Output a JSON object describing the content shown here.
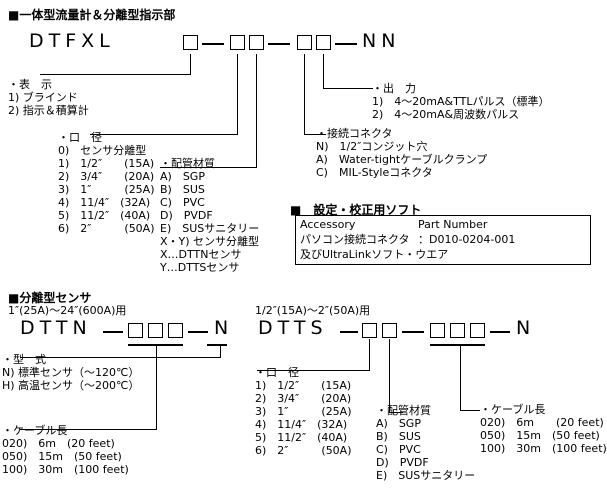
{
  "section1": {
    "heading": "■一体型流量計＆分離型指示部",
    "code_prefix": "DTFXL",
    "code_suffix": "NN",
    "display": {
      "title": "・表　示",
      "items": [
        "1) ブラインド",
        "2) 指示＆積算計"
      ]
    },
    "bore": {
      "title": "・口　径",
      "items": [
        "0)　センサ分離型",
        "1)　1/2″　　(15A)",
        "2)　3/4″　　(20A)",
        "3)　1″　　　(25A)",
        "4)　11/4″　(32A)",
        "5)　11/2″　(40A)",
        "6)　2″　　　(50A)"
      ]
    },
    "pipe_material": {
      "title": "・配管材質",
      "items": [
        "A)　SGP",
        "B)　SUS",
        "C)　PVC",
        "D)　PVDF",
        "E)　SUSサニタリー",
        "X・Y)  センサ分離型",
        "X…DTTNセンサ",
        "Y…DTTSセンサ"
      ]
    },
    "output": {
      "title": "・出　力",
      "items": [
        "1)　4～20mA&TTLパルス（標準）",
        "2)　4～20mA&周波数パルス"
      ]
    },
    "connector": {
      "title": "・接続コネクタ",
      "items": [
        "N)　1/2″コンジット穴",
        "A)　Water-tightケーブルクランプ",
        "C)　MIL-Styleコネクタ"
      ]
    }
  },
  "settings": {
    "heading": "■　設定・校正用ソフト",
    "col1_header": "Accessory",
    "col2_header": "Part Number",
    "row1_name": "パソコン接続コネクタ",
    "row1_part": "：D010-0204-001",
    "row2_name": "及びUltraLinkソフト・ウエア"
  },
  "section2": {
    "heading": "■分離型センサ",
    "left": {
      "subtitle": "1″(25A)～24″(600A)用",
      "code_prefix": "DTTN",
      "code_suffix": "N",
      "type": {
        "title": "・型　式",
        "items": [
          "N)  標準センサ（～120℃）",
          "H)  高温センサ（～200℃）"
        ]
      },
      "cable": {
        "title": "・ケーブル長",
        "items": [
          "020)　6m　(20 feet)",
          "050)　15m　(50 feet)",
          "100)　30m　(100 feet)"
        ]
      }
    },
    "right": {
      "subtitle": "1/2″(15A)～2″(50A)用",
      "code_prefix": "DTTS",
      "code_suffix": "N",
      "bore": {
        "title": "・口　径",
        "items": [
          "1)　1/2″　　(15A)",
          "2)　3/4″　　(20A)",
          "3)　1″　　　(25A)",
          "4)　11/4″　(32A)",
          "5)　11/2″　(40A)",
          "6)　2″　　　(50A)"
        ]
      },
      "pipe_material": {
        "title": "・配管材質",
        "items": [
          "A)　SGP",
          "B)　SUS",
          "C)　PVC",
          "D)　PVDF",
          "E)　SUSサニタリー"
        ]
      },
      "cable": {
        "title": "・ケーブル長",
        "items": [
          "020)　6m　　(20 feet)",
          "050)　15m　(50 feet)",
          "100)　30m　(100 feet)"
        ]
      }
    }
  }
}
